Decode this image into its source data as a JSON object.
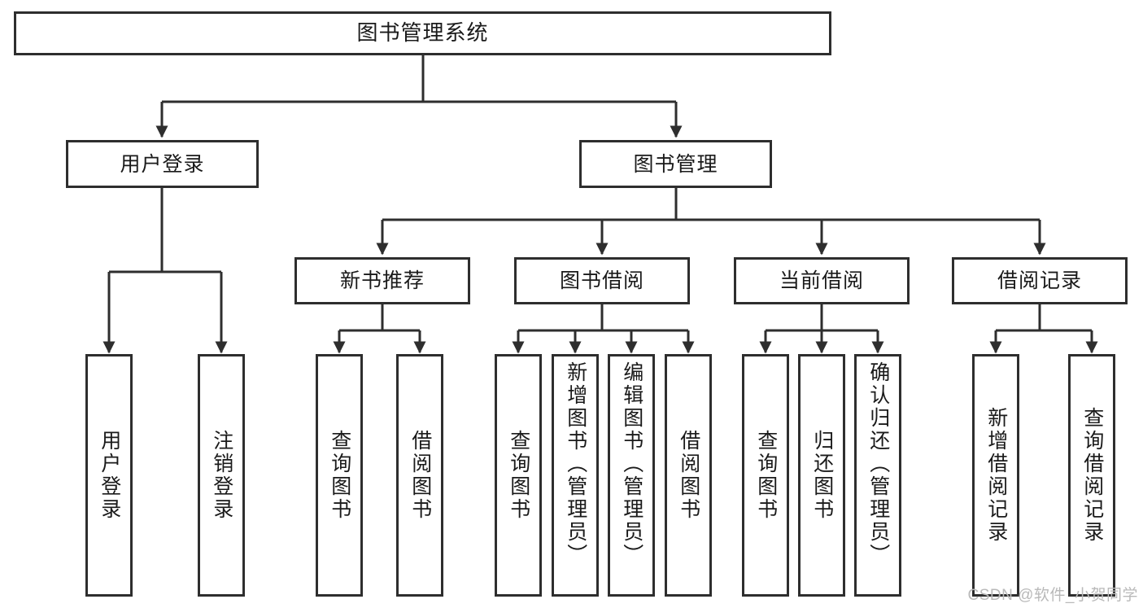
{
  "diagram": {
    "title": "图书管理系统",
    "root": {
      "label": "图书管理系统"
    },
    "level1": [
      {
        "label": "用户登录"
      },
      {
        "label": "图书管理"
      }
    ],
    "level2": [
      {
        "label": "新书推荐"
      },
      {
        "label": "图书借阅"
      },
      {
        "label": "当前借阅"
      },
      {
        "label": "借阅记录"
      }
    ],
    "leaves": {
      "user_login": [
        {
          "label": "用户登录"
        },
        {
          "label": "注销登录"
        }
      ],
      "new_book_recommend": [
        {
          "label": "查询图书"
        },
        {
          "label": "借阅图书"
        }
      ],
      "book_borrow": [
        {
          "label": "查询图书"
        },
        {
          "label": "新增图书（管理员）"
        },
        {
          "label": "编辑图书（管理员）"
        },
        {
          "label": "借阅图书"
        }
      ],
      "current_borrow": [
        {
          "label": "查询图书"
        },
        {
          "label": "归还图书"
        },
        {
          "label": "确认归还（管理员）"
        }
      ],
      "borrow_record": [
        {
          "label": "新增借阅记录"
        },
        {
          "label": "查询借阅记录"
        }
      ]
    }
  },
  "watermark": {
    "text": "CSDN @软件_小贺同学"
  },
  "colors": {
    "stroke": "#2e2e2e",
    "background": "#ffffff",
    "text": "#1a1a1a",
    "watermark": "#b9b9b9"
  }
}
